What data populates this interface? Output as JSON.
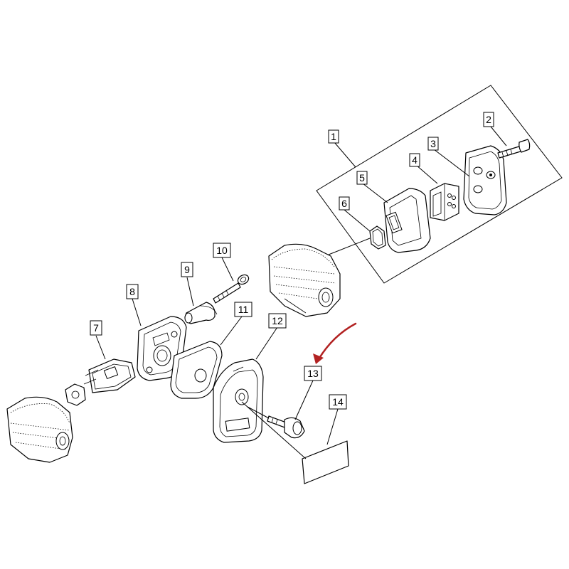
{
  "callouts": [
    {
      "id": "1",
      "label": "1"
    },
    {
      "id": "2",
      "label": "2"
    },
    {
      "id": "3",
      "label": "3"
    },
    {
      "id": "4",
      "label": "4"
    },
    {
      "id": "5",
      "label": "5"
    },
    {
      "id": "6",
      "label": "6"
    },
    {
      "id": "7",
      "label": "7"
    },
    {
      "id": "8",
      "label": "8"
    },
    {
      "id": "9",
      "label": "9"
    },
    {
      "id": "10",
      "label": "10"
    },
    {
      "id": "11",
      "label": "11"
    },
    {
      "id": "12",
      "label": "12"
    },
    {
      "id": "13",
      "label": "13"
    },
    {
      "id": "14",
      "label": "14"
    }
  ],
  "colors": {
    "line": "#000000",
    "background": "#ffffff",
    "highlight_arrow": "#b22222"
  },
  "highlighted_part": "13"
}
